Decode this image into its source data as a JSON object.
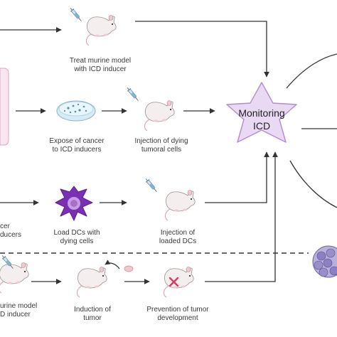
{
  "steps": {
    "treat_murine": {
      "line1": "Treat murine model",
      "line2": "with ICD inducer"
    },
    "expose_cancer": {
      "line1": "Expose of cancer",
      "line2": "to ICD inducers"
    },
    "inject_dying": {
      "line1": "Injection of dying",
      "line2": "tumoral cells"
    },
    "cancer_inducers": {
      "line1": "cer",
      "line2": "ducers"
    },
    "load_dcs": {
      "line1": "Load DCs with",
      "line2": "dying cells"
    },
    "inject_loaded": {
      "line1": "Injection of",
      "line2": "loaded DCs"
    },
    "murine_model_bottom": {
      "line1": "urine model",
      "line2": "D inducer"
    },
    "induction_tumor": {
      "line1": "Induction of",
      "line2": "tumor"
    },
    "prevention_tumor": {
      "line1": "Prevention of tumor",
      "line2": "development"
    }
  },
  "center": {
    "line1": "Monitoring",
    "line2": "ICD"
  },
  "colors": {
    "star_fill": "#ead9f3",
    "star_stroke": "#b58ad3",
    "arrow": "#333333",
    "dc_cell": "#7b2fb5",
    "mouse": "#f2eded",
    "cross": "#d63a66",
    "dish": "#d7ecf6"
  }
}
